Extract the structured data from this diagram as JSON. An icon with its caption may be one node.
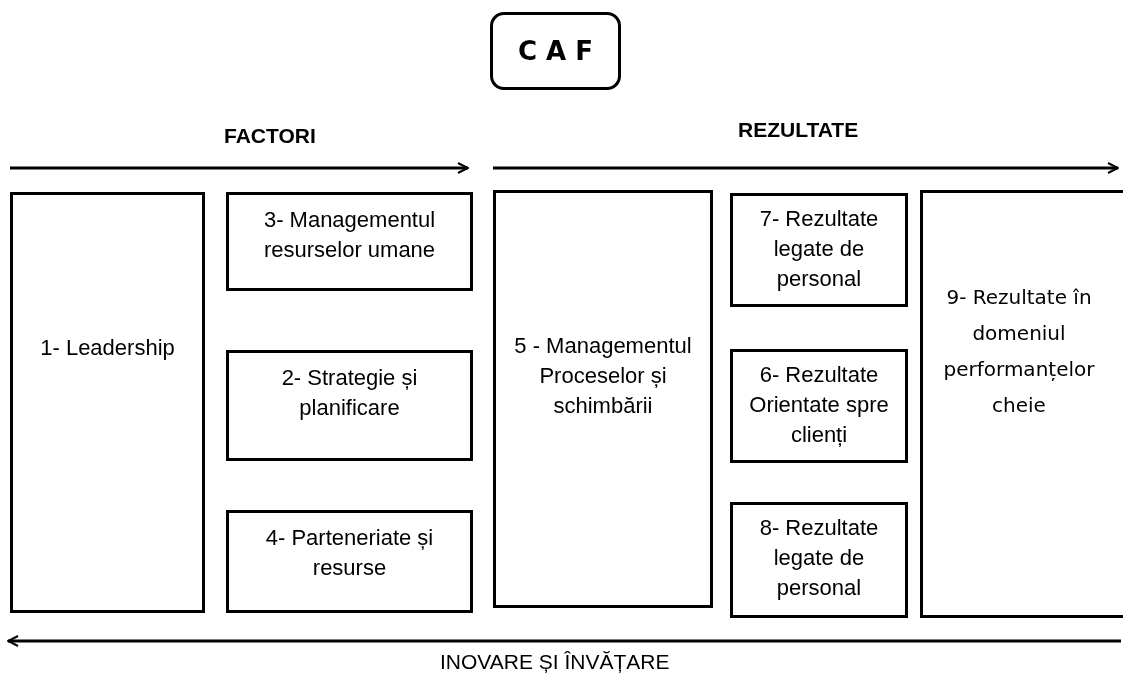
{
  "diagram": {
    "title": "C A F",
    "nodes": [
      {
        "text": [
          "1- Leadership"
        ]
      },
      {
        "text": [
          "3- Managementul resurselor umane"
        ]
      },
      {
        "text": [
          "2- Strategie și planificare"
        ]
      },
      {
        "text": [
          "4- Parteneriate și resurse"
        ]
      },
      {
        "text": [
          "5 - Managementul Proceselor și schimbării"
        ]
      },
      {
        "text": [
          "7- Rezultate legate de personal"
        ]
      },
      {
        "text": [
          "6- Rezultate Orientate spre clienți"
        ]
      },
      {
        "text": [
          "8- Rezultate legate de personal"
        ]
      },
      {
        "text": [
          "9- Rezultate în domeniul performanțelor cheie"
        ]
      }
    ],
    "edges": [],
    "labels": [
      "FACTORI",
      "REZULTATE",
      "INOVARE ȘI ÎNVĂȚARE"
    ]
  }
}
